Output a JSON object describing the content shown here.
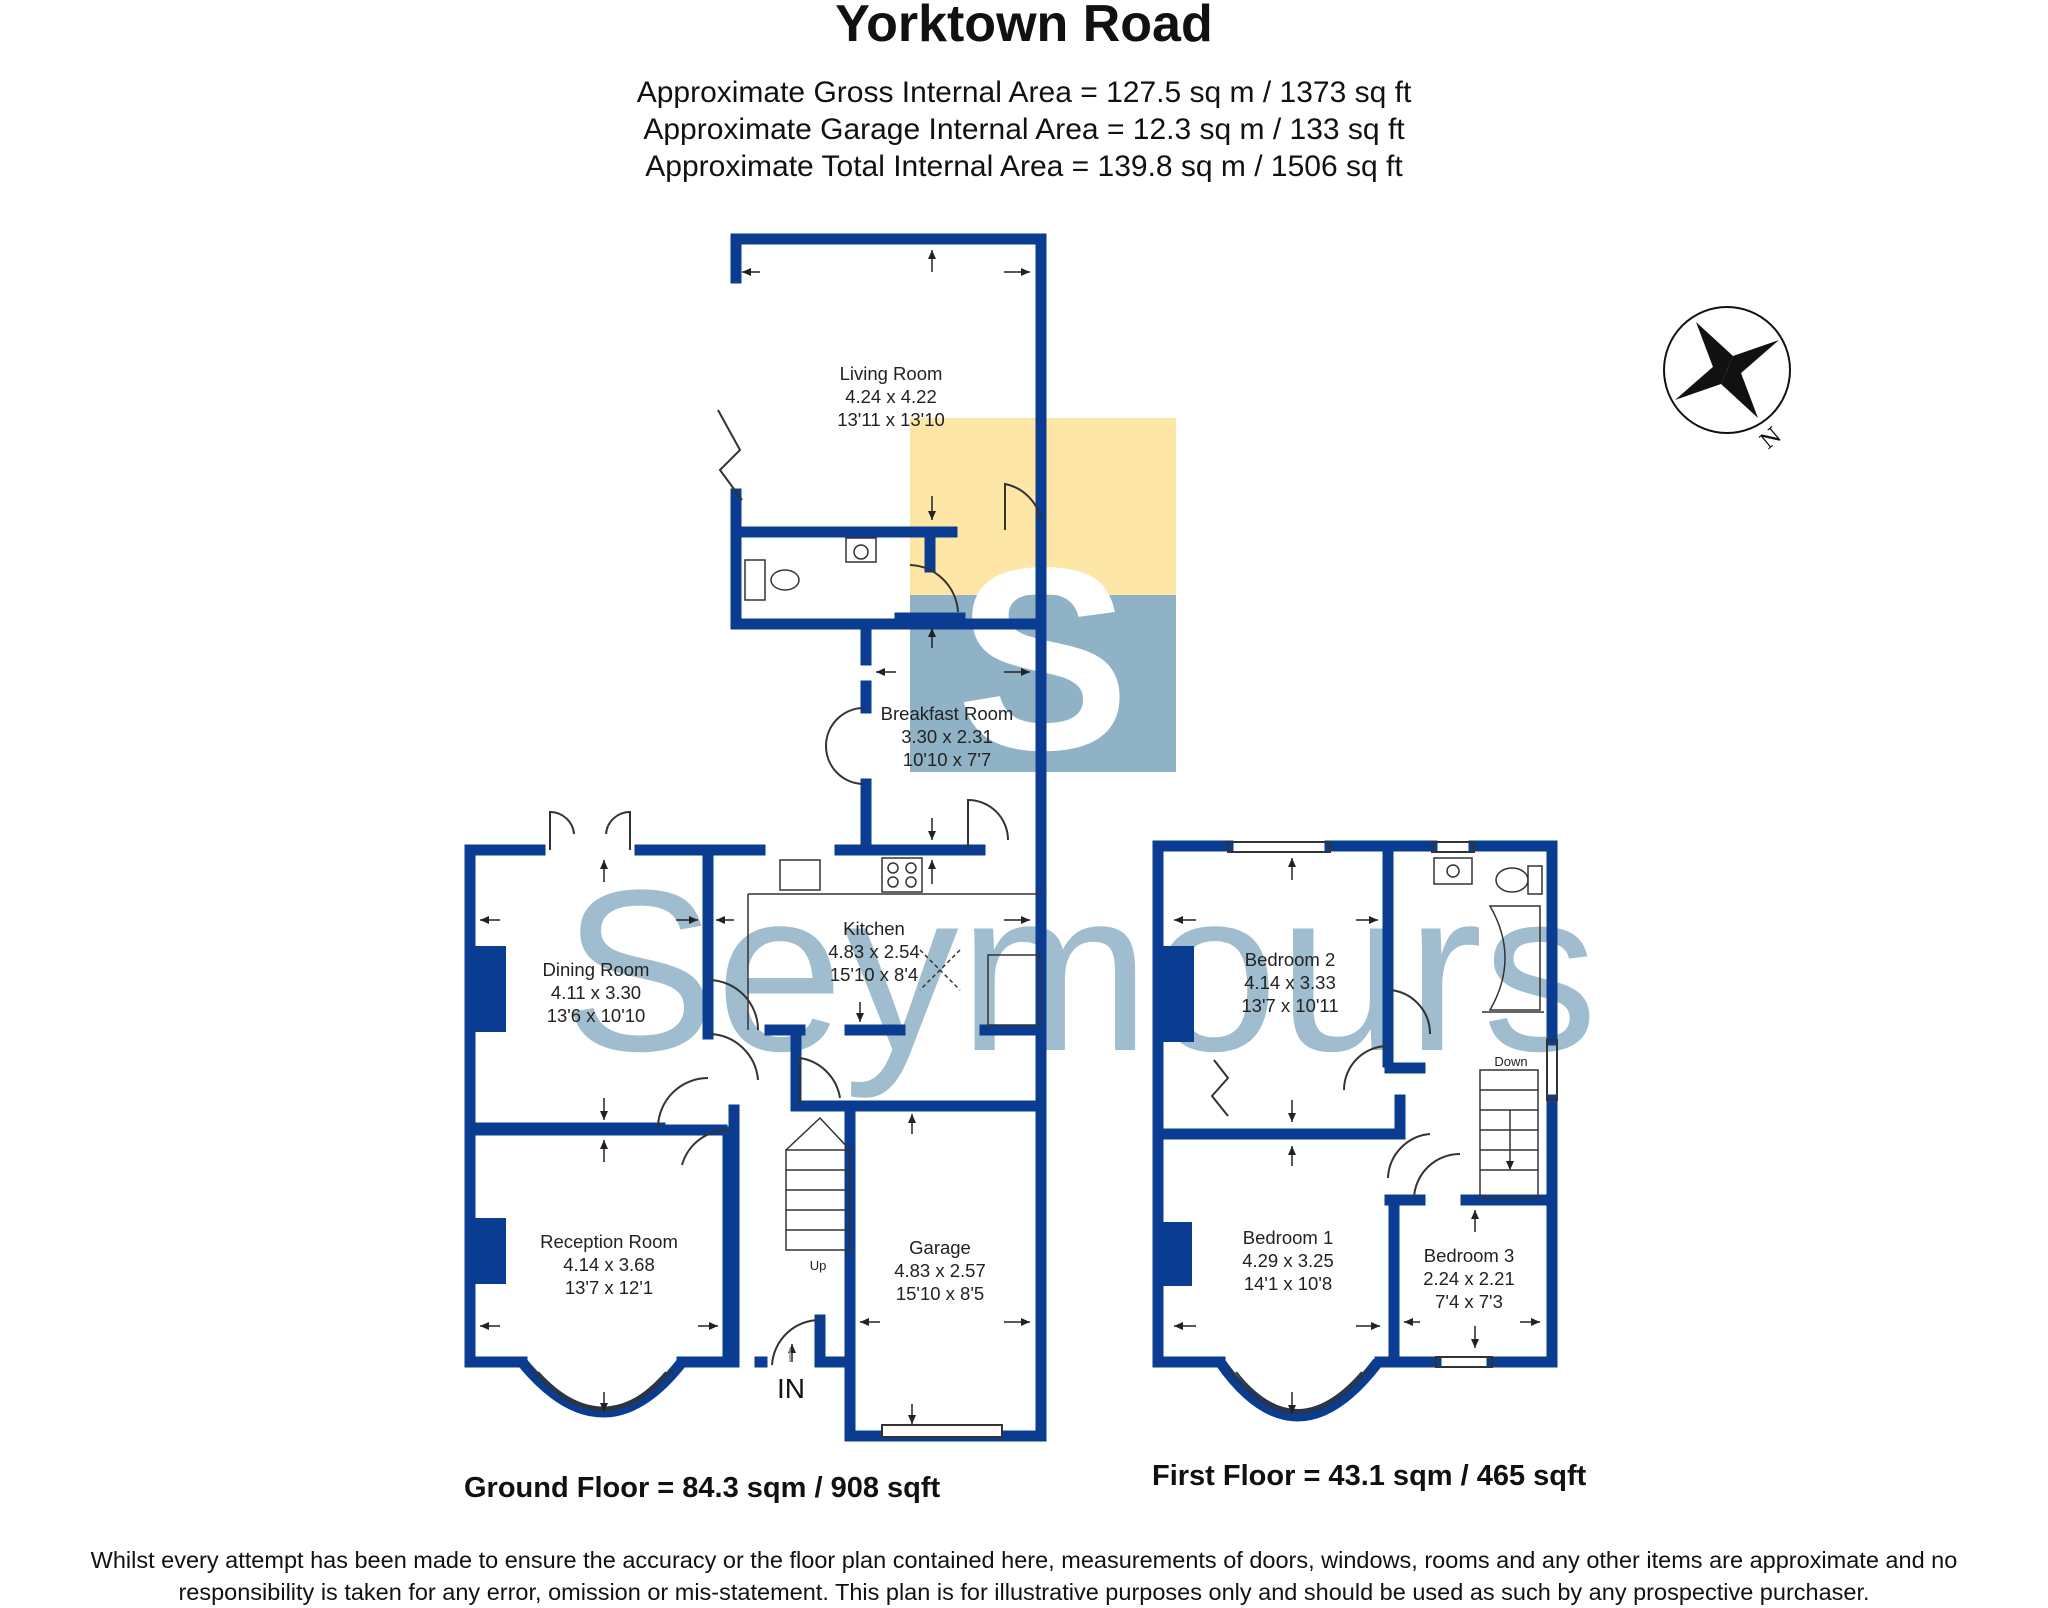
{
  "title": "Yorktown Road",
  "areas": [
    "Approximate Gross Internal Area = 127.5 sq m / 1373 sq ft",
    "Approximate Garage Internal Area = 12.3 sq m / 133 sq ft",
    "Approximate Total Internal Area = 139.8 sq m / 1506 sq ft"
  ],
  "ground_floor": {
    "label": "Ground Floor = 84.3 sqm / 908 sqft",
    "rooms": [
      {
        "name": "Living Room",
        "metric": "4.24 x 4.22",
        "imperial": "13'11 x 13'10"
      },
      {
        "name": "Breakfast Room",
        "metric": "3.30 x 2.31",
        "imperial": "10'10 x 7'7"
      },
      {
        "name": "Kitchen",
        "metric": "4.83 x 2.54",
        "imperial": "15'10 x 8'4"
      },
      {
        "name": "Dining Room",
        "metric": "4.11 x 3.30",
        "imperial": "13'6 x 10'10"
      },
      {
        "name": "Reception Room",
        "metric": "4.14 x 3.68",
        "imperial": "13'7 x 12'1"
      },
      {
        "name": "Garage",
        "metric": "4.83 x 2.57",
        "imperial": "15'10 x 8'5"
      }
    ],
    "stairs_label": "Up",
    "entrance_label": "IN"
  },
  "first_floor": {
    "label": "First Floor = 43.1 sqm / 465 sqft",
    "rooms": [
      {
        "name": "Bedroom 2",
        "metric": "4.14 x 3.33",
        "imperial": "13'7 x 10'11"
      },
      {
        "name": "Bedroom 1",
        "metric": "4.29 x 3.25",
        "imperial": "14'1 x 10'8"
      },
      {
        "name": "Bedroom 3",
        "metric": "2.24 x 2.21",
        "imperial": "7'4 x 7'3"
      }
    ],
    "stairs_label": "Down"
  },
  "compass_label": "N",
  "watermark": {
    "letter": "S",
    "text": "Seymours"
  },
  "disclaimer": [
    "Whilst every attempt has been made to ensure the accuracy or the floor plan contained here, measurements of doors, windows, rooms and any other items are approximate and no",
    "responsibility is taken for any error, omission or mis-statement. This plan is for illustrative purposes only and should be used as such by any prospective purchaser."
  ],
  "colors": {
    "wall": "#0a3d91",
    "watermark_blue": "#8fb2c6",
    "watermark_yellow": "#fde6a6"
  }
}
